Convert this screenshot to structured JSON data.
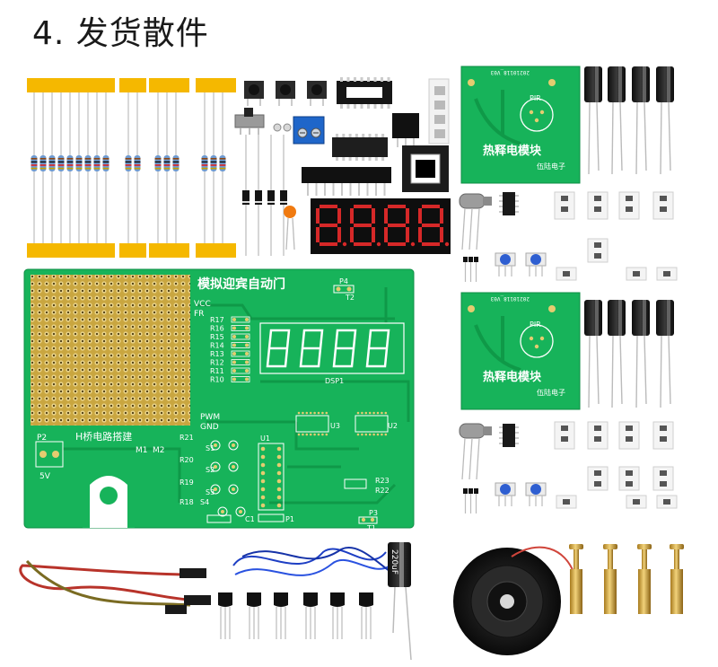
{
  "heading": "4. 发货散件",
  "main_board": {
    "title": "模拟迎宾自动门",
    "labels": {
      "vcc": "VCC",
      "fr": "FR",
      "pwm": "PWM",
      "gnd": "GND",
      "hbridge": "H桥电路搭建",
      "m1": "M1",
      "m2": "M2",
      "p2": "P2",
      "v5": "5V",
      "p4": "P4",
      "t2": "T2",
      "p3": "P3",
      "t1": "T1",
      "p1": "P1",
      "c1": "C1",
      "u1": "U1",
      "u2": "U2",
      "u3": "U3",
      "dsp1": "DSP1",
      "r23": "R23",
      "r22": "R22",
      "r21": "R21",
      "r20": "R20",
      "r19": "R19",
      "r18": "R18",
      "s1": "S1",
      "s2": "S2",
      "s3": "S3",
      "s4": "S4"
    },
    "resistor_labels": [
      "R17",
      "R16",
      "R15",
      "R14",
      "R13",
      "R12",
      "R11",
      "R10"
    ]
  },
  "pir_board": {
    "title": "热释电模块",
    "pir": "PIR",
    "brand": "伍陆电子",
    "code": "20210118_V03"
  },
  "capacitor_label": "220uF"
}
